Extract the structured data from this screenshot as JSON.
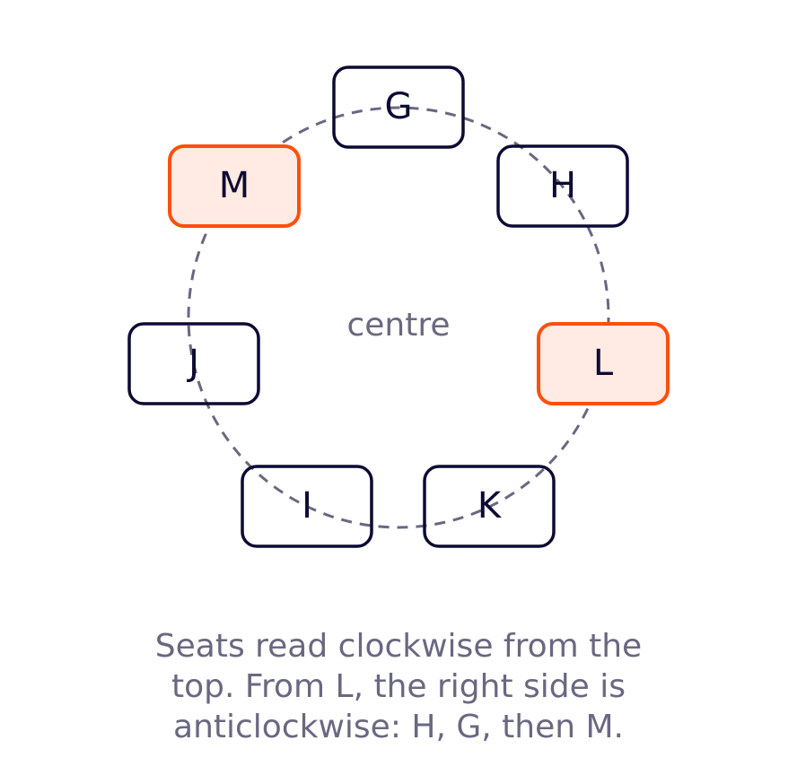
{
  "centre_label": "centre",
  "seats": [
    {
      "label": "G",
      "highlighted": false
    },
    {
      "label": "H",
      "highlighted": false
    },
    {
      "label": "L",
      "highlighted": true
    },
    {
      "label": "K",
      "highlighted": false
    },
    {
      "label": "I",
      "highlighted": false
    },
    {
      "label": "J",
      "highlighted": false
    },
    {
      "label": "M",
      "highlighted": true
    }
  ],
  "caption_lines": [
    "Seats read clockwise from the",
    "top. From L, the right side is",
    "anticlockwise: H, G, then M."
  ],
  "colors": {
    "seat_stroke": "#0d0a33",
    "highlight_stroke": "#ff4f0f",
    "highlight_fill": "#ffebe3",
    "circle_stroke": "#6a6880",
    "muted_text": "#6a6880"
  }
}
